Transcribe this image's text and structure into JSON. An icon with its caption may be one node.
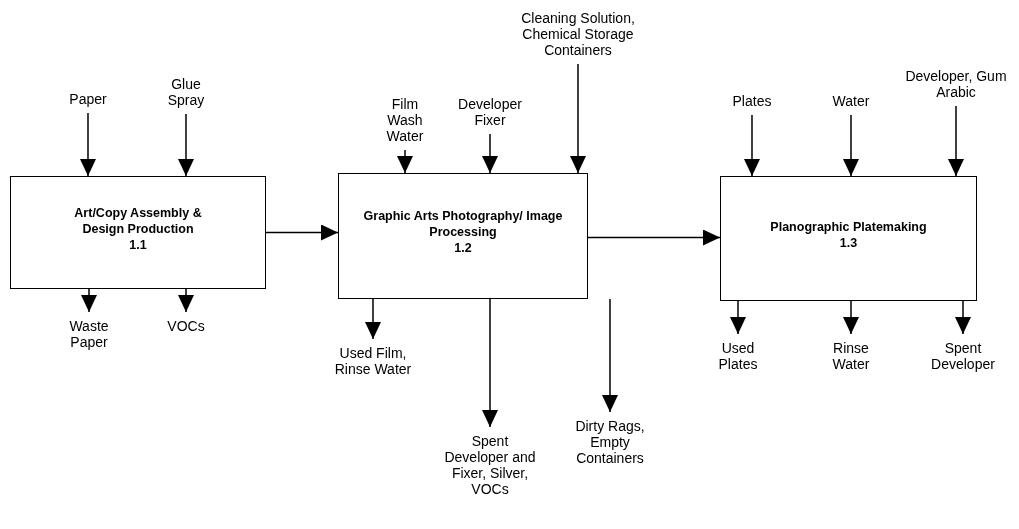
{
  "diagram": {
    "nodes": [
      {
        "text": [
          "Art/Copy Assembly & Design Production",
          "1.1"
        ]
      },
      {
        "text": [
          "Graphic Arts Photography/ Image Processing",
          "1.2"
        ]
      },
      {
        "text": [
          "Planographic Platemaking",
          "1.3"
        ]
      },
      {
        "text": [
          "Paper"
        ]
      },
      {
        "text": [
          "Glue Spray"
        ]
      },
      {
        "text": [
          "Film Wash Water"
        ]
      },
      {
        "text": [
          "Developer Fixer"
        ]
      },
      {
        "text": [
          "Cleaning Solution, Chemical Storage Containers"
        ]
      },
      {
        "text": [
          "Plates"
        ]
      },
      {
        "text": [
          "Water"
        ]
      },
      {
        "text": [
          "Developer, Gum Arabic"
        ]
      },
      {
        "text": [
          "Waste Paper"
        ]
      },
      {
        "text": [
          "VOCs"
        ]
      },
      {
        "text": [
          "Used Film, Rinse Water"
        ]
      },
      {
        "text": [
          "Spent Developer and Fixer, Silver, VOCs"
        ]
      },
      {
        "text": [
          "Dirty Rags, Empty Containers"
        ]
      },
      {
        "text": [
          "Used Plates"
        ]
      },
      {
        "text": [
          "Rinse Water"
        ]
      },
      {
        "text": [
          "Spent Developer"
        ]
      }
    ],
    "edges": [
      {
        "from": 3,
        "to": 0,
        "arrow": "to"
      },
      {
        "from": 4,
        "to": 0,
        "arrow": "to"
      },
      {
        "from": 0,
        "to": 11,
        "arrow": "to"
      },
      {
        "from": 0,
        "to": 12,
        "arrow": "to"
      },
      {
        "from": 0,
        "to": 1,
        "arrow": "to"
      },
      {
        "from": 5,
        "to": 1,
        "arrow": "to"
      },
      {
        "from": 6,
        "to": 1,
        "arrow": "to"
      },
      {
        "from": 7,
        "to": 1,
        "arrow": "to"
      },
      {
        "from": 1,
        "to": 13,
        "arrow": "to"
      },
      {
        "from": 1,
        "to": 14,
        "arrow": "to"
      },
      {
        "from": 1,
        "to": 15,
        "arrow": "to"
      },
      {
        "from": 1,
        "to": 2,
        "arrow": "to"
      },
      {
        "from": 8,
        "to": 2,
        "arrow": "to"
      },
      {
        "from": 9,
        "to": 2,
        "arrow": "to"
      },
      {
        "from": 10,
        "to": 2,
        "arrow": "to"
      },
      {
        "from": 2,
        "to": 16,
        "arrow": "to"
      },
      {
        "from": 2,
        "to": 17,
        "arrow": "to"
      },
      {
        "from": 2,
        "to": 18,
        "arrow": "to"
      }
    ]
  }
}
